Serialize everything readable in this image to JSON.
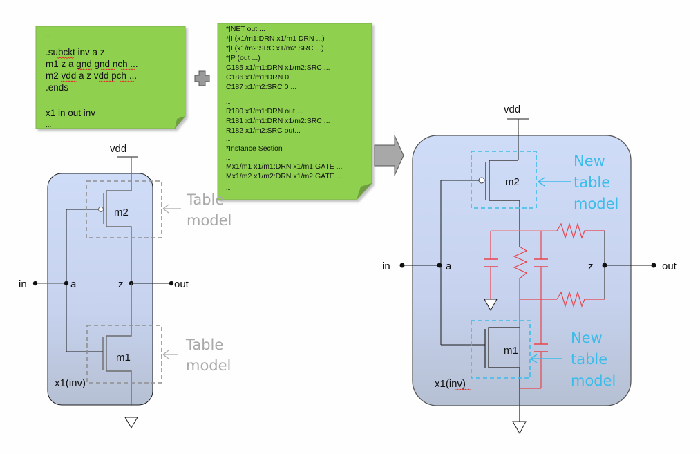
{
  "colors": {
    "note_green": "#8fd14f",
    "note_border": "#7fae52",
    "cell_fill_top": "#cbd8f5",
    "cell_fill_bottom": "#b9c4d8",
    "wire": "#1b1b1b",
    "old_model_dash": "#8f8f8f",
    "new_model_dash": "#3cbcea",
    "parasitic_red": "#e8434a",
    "arrow_gray": "#a8a8a8"
  },
  "netlist_note": {
    "lines": [
      "...",
      ".subckt inv a z",
      "m1 z a gnd gnd nch ...",
      "m2 vdd a z vdd pch ...",
      ".ends",
      "",
      "x1 in out inv",
      "..."
    ]
  },
  "plus_icon": "plus-icon",
  "spf_note": {
    "lines": [
      "*|NET out ...",
      "*|I (x1/m1:DRN x1/m1 DRN ...)",
      "*|I (x1/m2:SRC x1/m2 SRC ...)",
      "*|P (out ...)",
      "C185 x1/m1:DRN x1/m2:SRC ...",
      "C186 x1/m1:DRN 0 ...",
      "C187 x1/m2:SRC 0 ...",
      "",
      "...",
      "R180 x1/m1:DRN out ...",
      "R181 x1/m1:DRN x1/m2:SRC ...",
      "R182 x1/m2:SRC out...",
      "...",
      "*Instance Section",
      "...",
      "Mx1/m1 x1/m1:DRN x1/m1:GATE ...",
      "Mx1/m2 x1/m2:DRN x1/m2:GATE ...",
      "..."
    ]
  },
  "transform_arrow": "right-arrow-icon",
  "left_circuit": {
    "supply": "vdd",
    "input_port": "in",
    "output_port": "out",
    "gate_node": "a",
    "drain_node": "z",
    "pmos": "m2",
    "nmos": "m1",
    "instance": "x1(inv)",
    "pmos_model_label": [
      "Table",
      "model"
    ],
    "nmos_model_label": [
      "Table",
      "model"
    ]
  },
  "right_circuit": {
    "supply": "vdd",
    "input_port": "in",
    "output_port": "out",
    "gate_node": "a",
    "drain_node": "z",
    "pmos": "m2",
    "nmos": "m1",
    "instance": "x1(inv)",
    "pmos_model_label": [
      "New",
      "table",
      "model"
    ],
    "nmos_model_label": [
      "New",
      "table",
      "model"
    ],
    "parasitics": {
      "resistors": 3,
      "capacitors": 3
    }
  }
}
